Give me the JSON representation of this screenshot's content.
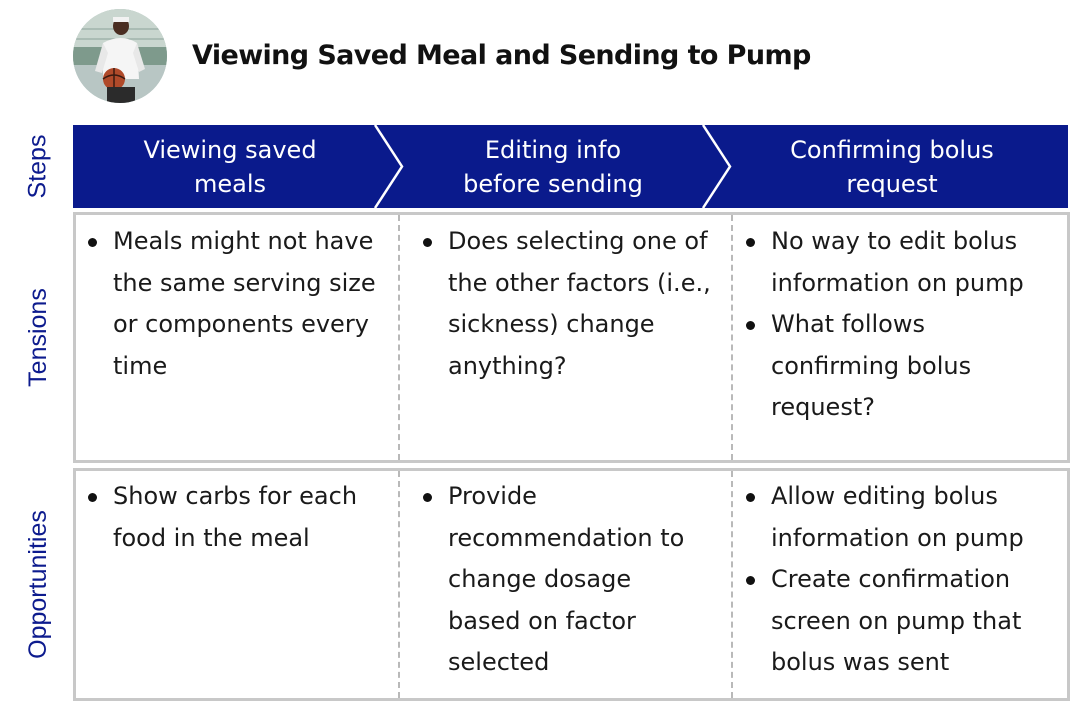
{
  "title": "Viewing Saved Meal and Sending to Pump",
  "row_labels": {
    "steps": "Steps",
    "tensions": "Tensions",
    "opportunities": "Opportunities"
  },
  "steps": [
    "Viewing saved meals",
    "Editing info before sending",
    "Confirming bolus request"
  ],
  "tensions": [
    [
      "Meals might not have the same serving size or components every time"
    ],
    [
      "Does selecting one of the other factors (i.e., sickness) change anything?"
    ],
    [
      "No way to edit bolus information on pump",
      "What follows confirming bolus request?"
    ]
  ],
  "opportunities": [
    [
      "Show carbs for each food in the meal"
    ],
    [
      "Provide recommendation to change dosage based on factor selected"
    ],
    [
      "Allow editing bolus information on pump",
      "Create confirmation screen on pump that bolus was sent"
    ]
  ],
  "colors": {
    "steps_bar": "#0a1a8c",
    "row_label": "#0d1b8e",
    "panel_border": "#c8c8c8",
    "divider": "#b9b9b9"
  }
}
